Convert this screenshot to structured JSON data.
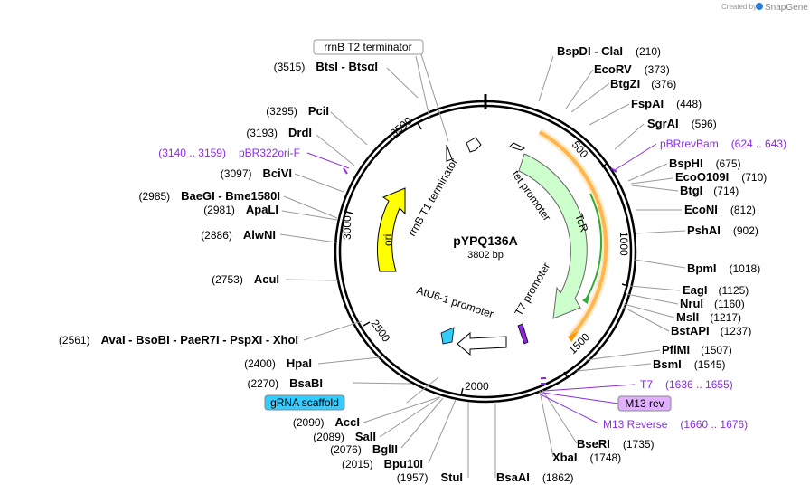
{
  "app": {
    "credit_prefix": "Created by",
    "credit_brand": "SnapGene"
  },
  "plasmid": {
    "name": "pYPQ136A",
    "size": "3802 bp"
  },
  "sites": [
    {
      "name": "BspDI  -  ClaI",
      "pos": "(210)"
    },
    {
      "name": "EcoRV",
      "pos": "(373)"
    },
    {
      "name": "BtgZI",
      "pos": "(376)"
    },
    {
      "name": "FspAI",
      "pos": "(448)"
    },
    {
      "name": "SgrAI",
      "pos": "(596)"
    },
    {
      "name": "BspHI",
      "pos": "(675)"
    },
    {
      "name": "EcoO109I",
      "pos": "(710)"
    },
    {
      "name": "BtgI",
      "pos": "(714)"
    },
    {
      "name": "EcoNI",
      "pos": "(812)"
    },
    {
      "name": "PshAI",
      "pos": "(902)"
    },
    {
      "name": "BpmI",
      "pos": "(1018)"
    },
    {
      "name": "EagI",
      "pos": "(1125)"
    },
    {
      "name": "NruI",
      "pos": "(1160)"
    },
    {
      "name": "MslI",
      "pos": "(1217)"
    },
    {
      "name": "BstAPI",
      "pos": "(1237)"
    },
    {
      "name": "PflMI",
      "pos": "(1507)"
    },
    {
      "name": "BsmI",
      "pos": "(1545)"
    },
    {
      "name": "BseRI",
      "pos": "(1735)"
    },
    {
      "name": "XbaI",
      "pos": "(1748)"
    },
    {
      "name": "BsaAI",
      "pos": "(1862)"
    },
    {
      "name": "StuI",
      "pos": "(1957)"
    },
    {
      "name": "Bpu10I",
      "pos": "(2015)"
    },
    {
      "name": "BglII",
      "pos": "(2076)"
    },
    {
      "name": "SalI",
      "pos": "(2089)"
    },
    {
      "name": "AccI",
      "pos": "(2090)"
    },
    {
      "name": "BsaBI",
      "pos": "(2270)"
    },
    {
      "name": "HpaI",
      "pos": "(2400)"
    },
    {
      "name": "AvaI  -  BsoBI  -  PaeR7I  -  PspXI  -  XhoI",
      "pos": "(2561)"
    },
    {
      "name": "AcuI",
      "pos": "(2753)"
    },
    {
      "name": "AlwNI",
      "pos": "(2886)"
    },
    {
      "name": "ApaLI",
      "pos": "(2981)"
    },
    {
      "name": "BaeGI  -  Bme1580I",
      "pos": "(2985)"
    },
    {
      "name": "BciVI",
      "pos": "(3097)"
    },
    {
      "name": "DrdI",
      "pos": "(3193)"
    },
    {
      "name": "PciI",
      "pos": "(3295)"
    },
    {
      "name": "BtsI  -  BtsαI",
      "pos": "(3515)"
    }
  ],
  "primers": [
    {
      "name": "pBRrevBam",
      "range": "(624 .. 643)"
    },
    {
      "name": "T7",
      "range": "(1636 .. 1655)"
    },
    {
      "name": "M13 Reverse",
      "range": "(1660 .. 1676)"
    },
    {
      "name": "pBR322ori-F",
      "range": "(3140 .. 3159)"
    }
  ],
  "boxed_labels": {
    "rrnb_t2": "rrnB T2 terminator",
    "grna": "gRNA scaffold",
    "m13rev": "M13 rev"
  },
  "features": {
    "tet_promoter": "tet promoter",
    "tcr": "TcR",
    "t7_promoter": "T7 promoter",
    "atu6": "AtU6-1 promoter",
    "ori": "ori",
    "rrnb_t1": "rrnB T1 terminator"
  },
  "ticks": [
    "500",
    "1000",
    "1500",
    "2000",
    "2500",
    "3000",
    "3500"
  ],
  "colors": {
    "primer": "#8a2be2",
    "tcr_fill": "#ccffcc",
    "tcr_arrow": "#33aa33",
    "orange_arc": "#ff9900",
    "ori_fill": "#ffff00",
    "grna_fill": "#33ccff",
    "m13rev_fill": "#e0b0ff"
  }
}
